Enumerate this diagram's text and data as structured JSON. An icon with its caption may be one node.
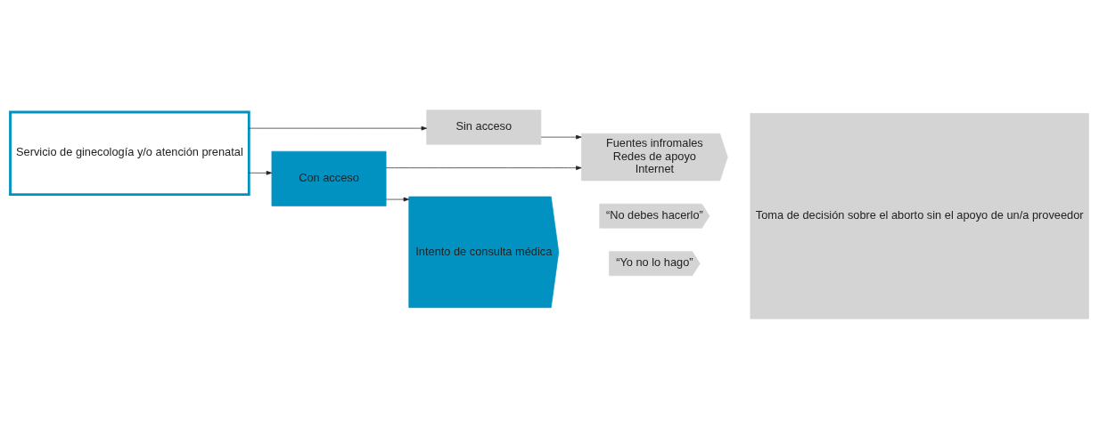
{
  "diagram": {
    "nodes": [
      {
        "text": [
          "Servicio de ginecología y/o atención prenatal"
        ]
      },
      {
        "text": [
          "Sin acceso"
        ]
      },
      {
        "text": [
          "Con acceso"
        ]
      },
      {
        "text": [
          "Fuentes infromales",
          "Redes de apoyo",
          "Internet"
        ]
      },
      {
        "text": [
          "Intento de consulta médica"
        ]
      },
      {
        "text": [
          "“No debes hacerlo”"
        ]
      },
      {
        "text": [
          "“Yo no lo hago”"
        ]
      },
      {
        "text": [
          "Toma de decisión sobre el aborto sin el apoyo de un/a proveedor"
        ]
      }
    ],
    "edges": [
      {
        "from": 0,
        "to": 1,
        "arrow": "to"
      },
      {
        "from": 0,
        "to": 2,
        "arrow": "to"
      },
      {
        "from": 1,
        "to": 3,
        "arrow": "to"
      },
      {
        "from": 2,
        "to": 3,
        "arrow": "to"
      },
      {
        "from": 2,
        "to": 4,
        "arrow": "to"
      }
    ]
  }
}
